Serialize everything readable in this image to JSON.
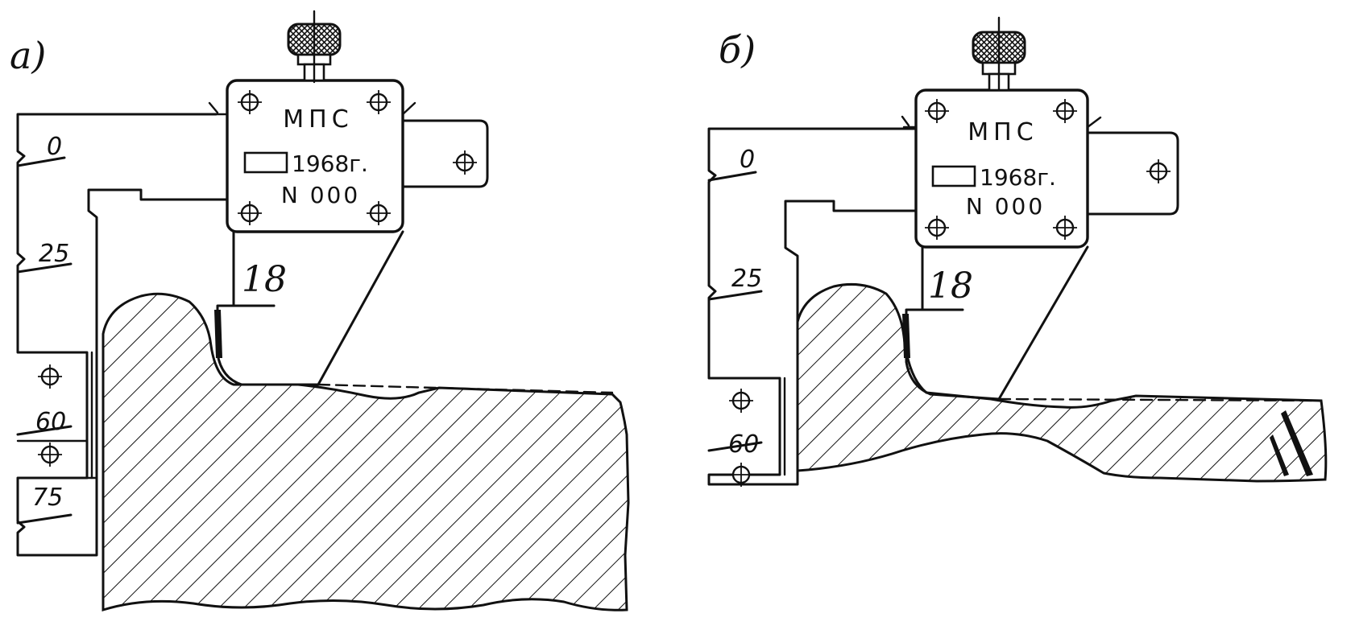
{
  "figures": [
    {
      "label": "а)",
      "scale_marks": [
        "0",
        "25",
        "60",
        "75"
      ],
      "plate_brand": "МПС",
      "plate_year": "1968г.",
      "plate_number": "N 000",
      "reading": "18"
    },
    {
      "label": "б)",
      "scale_marks": [
        "0",
        "25",
        "60"
      ],
      "plate_brand": "МПС",
      "plate_year": "1968г.",
      "plate_number": "N 000",
      "reading": "18"
    }
  ],
  "colors": {
    "ink": "#111111",
    "paper": "#ffffff"
  }
}
